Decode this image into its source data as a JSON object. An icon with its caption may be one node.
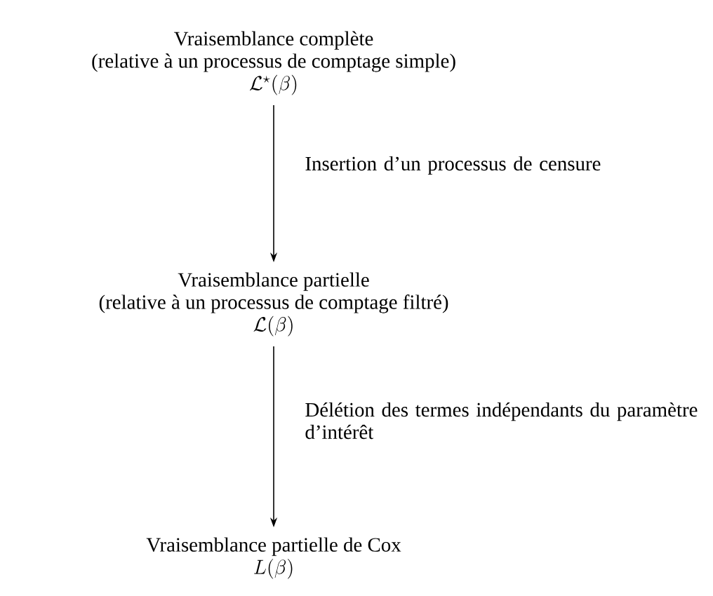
{
  "diagram": {
    "nodes": [
      {
        "text": [
          "Vraisemblance complète",
          "(relative à un processus de comptage simple)",
          "\\mathcal{L}^{\\star}(\\beta)"
        ]
      },
      {
        "text": [
          "Vraisemblance partielle",
          "(relative à un processus de comptage filtré)",
          "\\mathcal{L}(\\beta)"
        ]
      },
      {
        "text": [
          "Vraisemblance partielle de Cox",
          "L(\\beta)"
        ]
      }
    ],
    "edges": [
      {
        "from": 0,
        "to": 1,
        "arrow": "to",
        "label": "Insertion d’un processus de censure"
      },
      {
        "from": 1,
        "to": 2,
        "arrow": "to",
        "label": "Délétion des termes indépendants du paramètre d’intérêt"
      }
    ]
  }
}
